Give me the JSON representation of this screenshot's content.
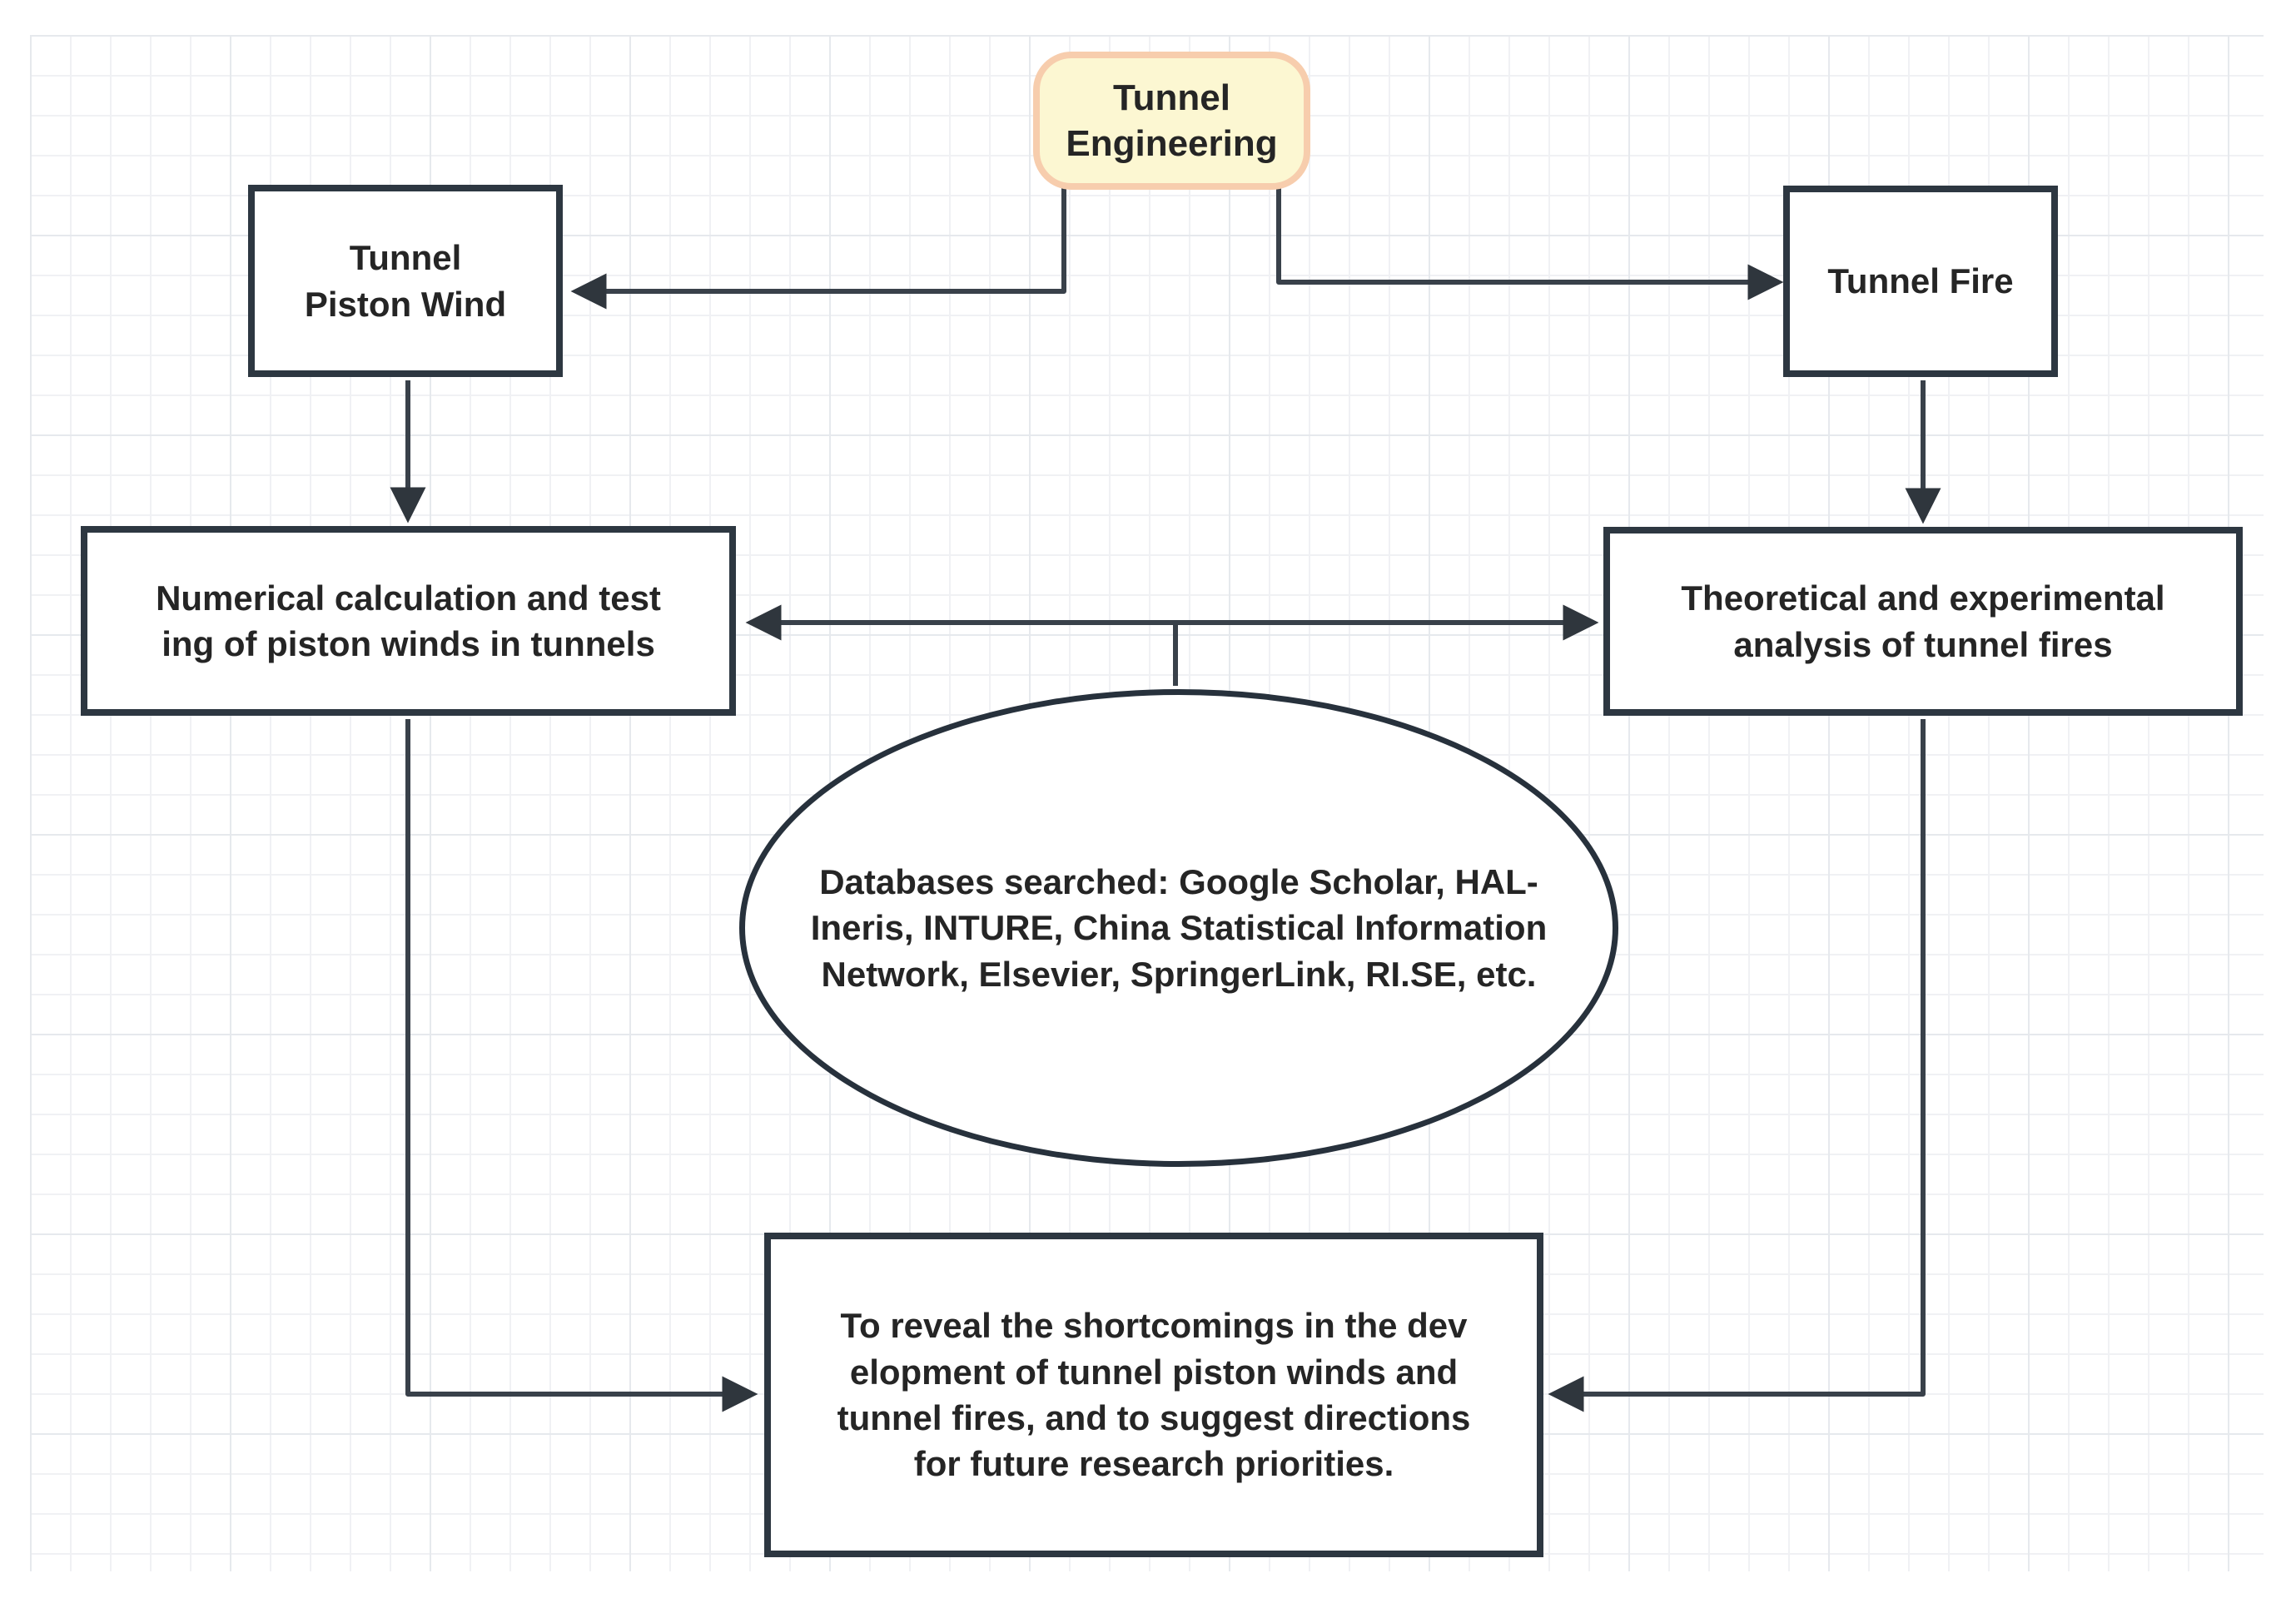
{
  "diagram": {
    "type": "flowchart",
    "canvas": {
      "background_color": "#ffffff",
      "grid_visible": true,
      "grid_minor_color": "#f0f1f4",
      "grid_major_color": "#e6e9ed",
      "node_border_color": "#2d3741",
      "edge_color": "#39414a",
      "text_color": "#252525",
      "root_fill_color": "#fcf7d2",
      "root_border_color": "#f7cdad"
    },
    "nodes": {
      "root": {
        "shape": "rounded-rectangle",
        "lines": [
          "Tunnel",
          "Engineering"
        ]
      },
      "piston": {
        "shape": "rectangle",
        "lines": [
          "Tunnel",
          "Piston Wind"
        ]
      },
      "fire": {
        "shape": "rectangle",
        "lines": [
          "Tunnel Fire"
        ]
      },
      "numerical": {
        "shape": "rectangle",
        "lines": [
          "Numerical calculation and test",
          "ing of piston winds in tunnels"
        ]
      },
      "theoretical": {
        "shape": "rectangle",
        "lines": [
          "Theoretical and experimental",
          "analysis of tunnel fires"
        ]
      },
      "databases": {
        "shape": "ellipse",
        "lines": [
          "Databases searched: Google Scholar, HAL-",
          "Ineris, INTURE, China Statistical Information",
          "Network, Elsevier, SpringerLink, RI.SE, etc."
        ]
      },
      "goal": {
        "shape": "rectangle",
        "lines": [
          "To reveal the shortcomings in the dev",
          "elopment of tunnel piston winds and",
          "tunnel fires, and to suggest directions",
          "for future research priorities."
        ]
      }
    },
    "edges": [
      {
        "from": "root",
        "to": "piston",
        "style": "elbow",
        "arrow": "single"
      },
      {
        "from": "root",
        "to": "fire",
        "style": "elbow",
        "arrow": "single"
      },
      {
        "from": "piston",
        "to": "numerical",
        "style": "straight",
        "arrow": "single"
      },
      {
        "from": "fire",
        "to": "theoretical",
        "style": "straight",
        "arrow": "single"
      },
      {
        "from": "numerical",
        "to": "theoretical",
        "style": "straight",
        "arrow": "double"
      },
      {
        "from": "numerical-theoretical-connector",
        "to": "databases",
        "style": "straight",
        "arrow": "none"
      },
      {
        "from": "numerical",
        "to": "goal",
        "style": "elbow",
        "arrow": "single"
      },
      {
        "from": "theoretical",
        "to": "goal",
        "style": "elbow",
        "arrow": "single"
      }
    ]
  }
}
